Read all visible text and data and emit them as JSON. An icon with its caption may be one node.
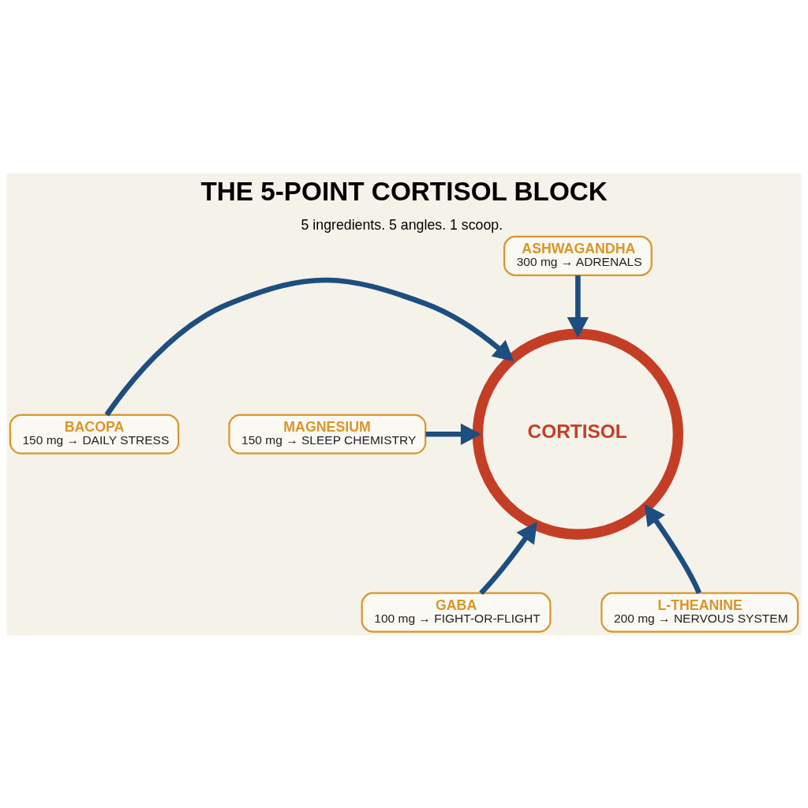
{
  "diagram": {
    "title": "THE 5-POINT CORTISOL BLOCK",
    "caption": "5 ingredients. 5 angles. 1 scoop.",
    "nodes": [
      {
        "text": [
          "ASHWAGANDHA",
          "300 mg → ADRENALS"
        ]
      },
      {
        "text": [
          "BACOPA",
          "150 mg → DAILY STRESS"
        ]
      },
      {
        "text": [
          "CORTISOL"
        ]
      },
      {
        "text": [
          "MAGNESIUM",
          "150 mg → SLEEP CHEMISTRY"
        ]
      },
      {
        "text": [
          "GABA",
          "100 mg → FIGHT-OR-FLIGHT"
        ]
      },
      {
        "text": [
          "L-THEANINE",
          "200 mg → NERVOUS SYSTEM"
        ]
      }
    ],
    "edges": [
      {
        "from": 0,
        "to": 2,
        "arrow": "to"
      },
      {
        "from": 1,
        "to": 2,
        "arrow": "to"
      },
      {
        "from": 3,
        "to": 2,
        "arrow": "to"
      },
      {
        "from": 4,
        "to": 2,
        "arrow": "to"
      },
      {
        "from": 5,
        "to": 2,
        "arrow": "to"
      }
    ]
  }
}
